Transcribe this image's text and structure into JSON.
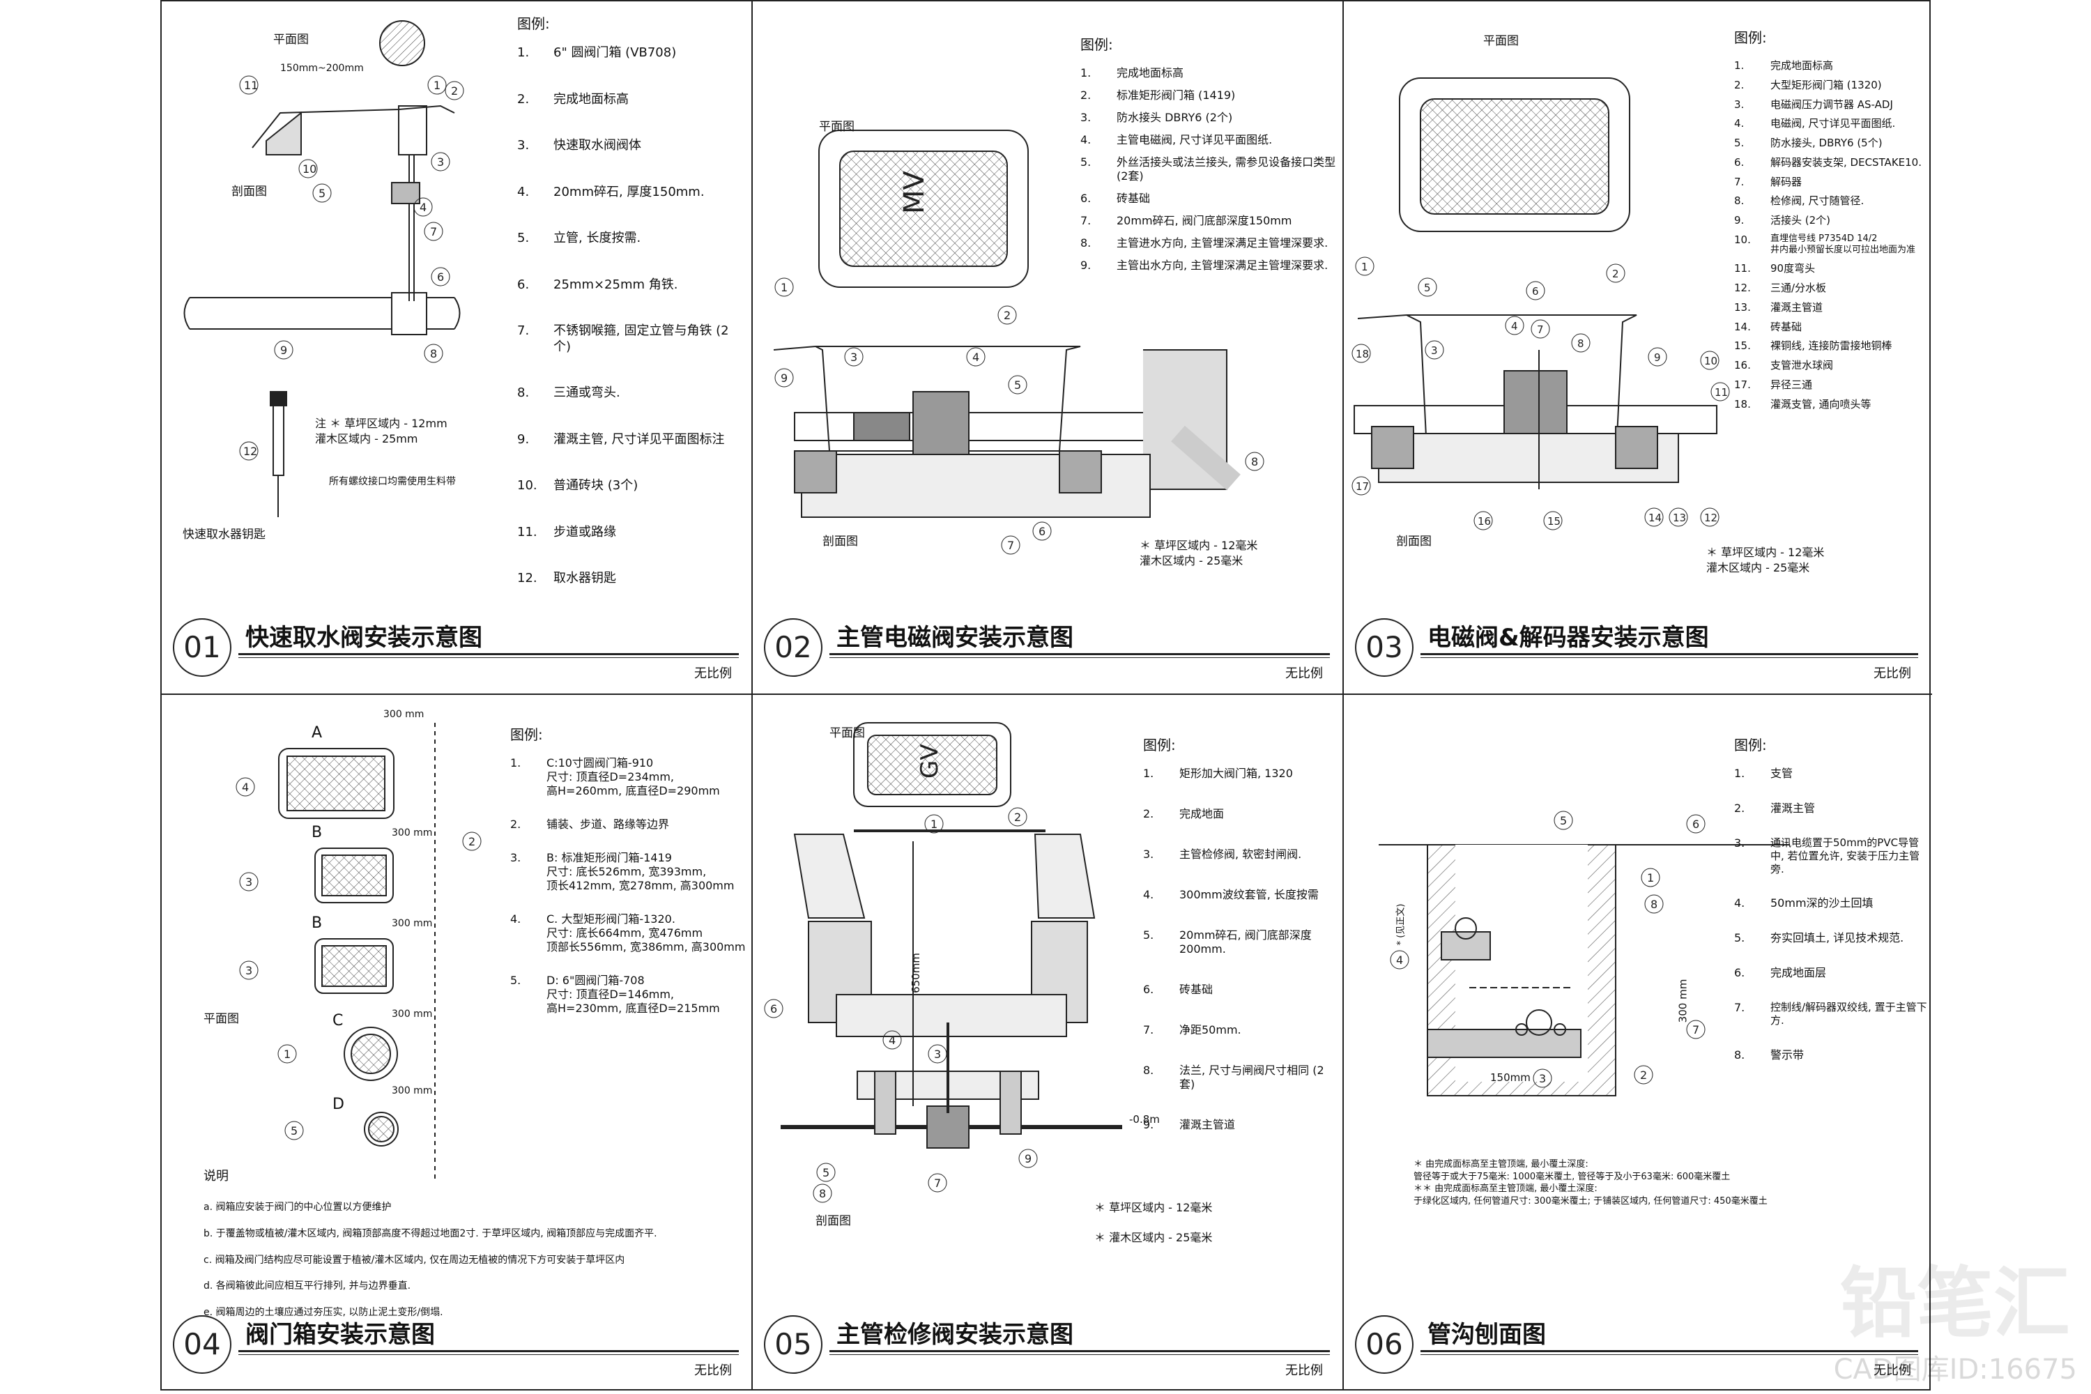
{
  "panels": [
    {
      "num": "01",
      "title": "快速取水阀安装示意图",
      "scale": "无比例",
      "legend_head": "图例:",
      "legend": [
        {
          "n": "1.",
          "t": "6\" 圆阀门箱 (VB708)"
        },
        {
          "n": "2.",
          "t": "完成地面标高"
        },
        {
          "n": "3.",
          "t": "快速取水阀阀体"
        },
        {
          "n": "4.",
          "t": "20mm碎石, 厚度150mm."
        },
        {
          "n": "5.",
          "t": "立管, 长度按需."
        },
        {
          "n": "6.",
          "t": "25mm×25mm 角铁."
        },
        {
          "n": "7.",
          "t": "不锈钢喉箍, 固定立管与角铁 (2个)"
        },
        {
          "n": "8.",
          "t": "三通或弯头."
        },
        {
          "n": "9.",
          "t": "灌溉主管, 尺寸详见平面图标注"
        },
        {
          "n": "10.",
          "t": "普通砖块 (3个)"
        },
        {
          "n": "11.",
          "t": "步道或路缘"
        },
        {
          "n": "12.",
          "t": "取水器钥匙"
        }
      ],
      "labels": {
        "plan": "平面图",
        "section": "剖面图",
        "dim": "150mm~200mm",
        "note": "注 ＊ 草坪区域内 - 12mm\n     灌木区域内 - 25mm",
        "note2": "所有螺纹接口均需使用生料带",
        "key": "快速取水器钥匙"
      }
    },
    {
      "num": "02",
      "title": "主管电磁阀安装示意图",
      "scale": "无比例",
      "legend_head": "图例:",
      "legend": [
        {
          "n": "1.",
          "t": "完成地面标高"
        },
        {
          "n": "2.",
          "t": "标准矩形阀门箱 (1419)"
        },
        {
          "n": "3.",
          "t": "防水接头 DBRY6 (2个)"
        },
        {
          "n": "4.",
          "t": "主管电磁阀, 尺寸详见平面图纸."
        },
        {
          "n": "5.",
          "t": "外丝活接头或法兰接头, 需参见设备接口类型 (2套)"
        },
        {
          "n": "6.",
          "t": "砖基础"
        },
        {
          "n": "7.",
          "t": "20mm碎石, 阀门底部深度150mm"
        },
        {
          "n": "8.",
          "t": "主管进水方向, 主管埋深满足主管埋深要求."
        },
        {
          "n": "9.",
          "t": "主管出水方向, 主管埋深满足主管埋深要求."
        }
      ],
      "labels": {
        "plan": "平面图",
        "section": "剖面图",
        "mv": "MV",
        "note": "＊ 草坪区域内 - 12毫米\n   灌木区域内 - 25毫米"
      }
    },
    {
      "num": "03",
      "title": "电磁阀&解码器安装示意图",
      "scale": "无比例",
      "legend_head": "图例:",
      "legend": [
        {
          "n": "1.",
          "t": "完成地面标高"
        },
        {
          "n": "2.",
          "t": "大型矩形阀门箱 (1320)"
        },
        {
          "n": "3.",
          "t": "电磁阀压力调节器 AS-ADJ"
        },
        {
          "n": "4.",
          "t": "电磁阀, 尺寸详见平面图纸."
        },
        {
          "n": "5.",
          "t": "防水接头, DBRY6 (5个)"
        },
        {
          "n": "6.",
          "t": "解码器安装支架, DECSTAKE10."
        },
        {
          "n": "7.",
          "t": "解码器"
        },
        {
          "n": "8.",
          "t": "检修阀, 尺寸随管径."
        },
        {
          "n": "9.",
          "t": "活接头 (2个)"
        },
        {
          "n": "10.",
          "t": "直埋信号线 P7354D 14/2\n井内最小预留长度以可拉出地面为准"
        },
        {
          "n": "11.",
          "t": "90度弯头"
        },
        {
          "n": "12.",
          "t": "三通/分水板"
        },
        {
          "n": "13.",
          "t": "灌溉主管道"
        },
        {
          "n": "14.",
          "t": "砖基础"
        },
        {
          "n": "15.",
          "t": "裸铜线, 连接防雷接地铜棒"
        },
        {
          "n": "16.",
          "t": "支管泄水球阀"
        },
        {
          "n": "17.",
          "t": "异径三通"
        },
        {
          "n": "18.",
          "t": "灌溉支管, 通向喷头等"
        }
      ],
      "labels": {
        "plan": "平面图",
        "section": "剖面图",
        "note": "＊ 草坪区域内 - 12毫米\n   灌木区域内 - 25毫米"
      }
    },
    {
      "num": "04",
      "title": "阀门箱安装示意图",
      "scale": "无比例",
      "legend_head": "图例:",
      "legend": [
        {
          "n": "1.",
          "t": "C:10寸圆阀门箱-910\n尺寸: 顶直径D=234mm,\n高H=260mm, 底直径D=290mm"
        },
        {
          "n": "2.",
          "t": "铺装、步道、路缘等边界"
        },
        {
          "n": "3.",
          "t": "B: 标准矩形阀门箱-1419\n尺寸: 底长526mm, 宽393mm,\n顶长412mm, 宽278mm, 高300mm"
        },
        {
          "n": "4.",
          "t": "C. 大型矩形阀门箱-1320.\n尺寸: 底长664mm, 宽476mm\n顶部长556mm, 宽386mm, 高300mm"
        },
        {
          "n": "5.",
          "t": "D: 6\"圆阀门箱-708\n尺寸: 顶直径D=146mm,\n高H=230mm, 底直径D=215mm"
        }
      ],
      "labels": {
        "plan": "平面图",
        "dim": "300 mm",
        "A": "A",
        "B": "B",
        "C": "C",
        "D": "D"
      },
      "notes_head": "说明",
      "notes": [
        "a.   阀箱应安装于阀门的中心位置以方便维护",
        "b.   于覆盖物或植被/灌木区域内, 阀箱顶部高度不得超过地面2寸. 于草坪区域内, 阀箱顶部应与完成面齐平.",
        "c.   阀箱及阀门结构应尽可能设置于植被/灌木区域内, 仅在周边无植被的情况下方可安装于草坪区内",
        "d.   各阀箱彼此间应相互平行排列, 并与边界垂直.",
        "e.   阀箱周边的土壤应通过夯压实, 以防止泥土变形/倒塌."
      ]
    },
    {
      "num": "05",
      "title": "主管检修阀安装示意图",
      "scale": "无比例",
      "legend_head": "图例:",
      "legend": [
        {
          "n": "1.",
          "t": "矩形加大阀门箱, 1320"
        },
        {
          "n": "2.",
          "t": "完成地面"
        },
        {
          "n": "3.",
          "t": "主管检修阀, 软密封闸阀."
        },
        {
          "n": "4.",
          "t": "300mm波纹套管, 长度按需"
        },
        {
          "n": "5.",
          "t": "20mm碎石, 阀门底部深度200mm."
        },
        {
          "n": "6.",
          "t": "砖基础"
        },
        {
          "n": "7.",
          "t": "净距50mm."
        },
        {
          "n": "8.",
          "t": "法兰, 尺寸与闸阀尺寸相同 (2套)"
        },
        {
          "n": "9.",
          "t": "灌溉主管道"
        }
      ],
      "labels": {
        "plan": "平面图",
        "section": "剖面图",
        "gv": "GV",
        "dim": "650mm",
        "depth": "-0.8m",
        "note": "＊ 草坪区域内 - 12毫米\n\n＊ 灌木区域内 - 25毫米"
      }
    },
    {
      "num": "06",
      "title": "管沟刨面图",
      "scale": "无比例",
      "legend_head": "图例:",
      "legend": [
        {
          "n": "1.",
          "t": "支管"
        },
        {
          "n": "2.",
          "t": "灌溉主管"
        },
        {
          "n": "3.",
          "t": "通讯电缆置于50mm的PVC导管\n中, 若位置允许, 安装于压力主管旁."
        },
        {
          "n": "4.",
          "t": "50mm深的沙土回填"
        },
        {
          "n": "5.",
          "t": "夯实回填土, 详见技术规范."
        },
        {
          "n": "6.",
          "t": "完成地面层"
        },
        {
          "n": "7.",
          "t": "控制线/解码器双绞线, 置于主管下方."
        },
        {
          "n": "8.",
          "t": "警示带"
        }
      ],
      "labels": {
        "dim1": "300 mm",
        "dim2": "150mm",
        "dimv": "* (见正文)",
        "note": "＊ 由完成面标高至主管顶端, 最小覆土深度:\n   管径等于或大于75毫米: 1000毫米覆土, 管径等于及小于63毫米: 600毫米覆土\n＊＊ 由完成面标高至主管顶端, 最小覆土深度:\n   于绿化区域内, 任何管道尺寸: 300毫米覆土; 于铺装区域内, 任何管道尺寸: 450毫米覆土"
      }
    }
  ],
  "watermark": {
    "brand": "铅笔汇",
    "cad_id": "CAD图库ID:16675"
  }
}
